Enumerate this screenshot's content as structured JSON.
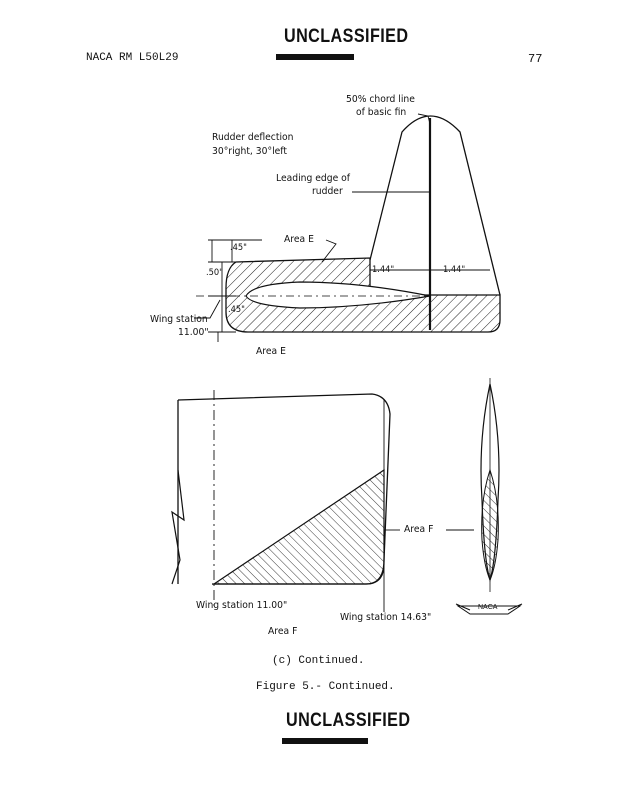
{
  "header": {
    "classification_top": "UNCLASSIFIED",
    "report_id": "NACA RM L50L29",
    "page_number": "77"
  },
  "figure_upper": {
    "chord_line_label_1": "50% chord line",
    "chord_line_label_2": "of basic fin",
    "rudder_deflection_1": "Rudder deflection",
    "rudder_deflection_2": "30°right, 30°left",
    "leading_edge_1": "Leading edge of",
    "leading_edge_2": "rudder",
    "area_e_label": "Area E",
    "dim_45_top": ".45\"",
    "dim_50": ".50\"",
    "dim_45_bottom": ".45\"",
    "dim_144_left": "1.44\"",
    "dim_144_right": "1.44\"",
    "wing_station_1": "Wing station",
    "wing_station_2": "11.00\"",
    "caption": "Area E"
  },
  "figure_lower": {
    "area_f_label": "Area F",
    "wing_station_left": "Wing station 11.00\"",
    "wing_station_right": "Wing station 14.63\"",
    "caption": "Area F",
    "logo_text": "NACA"
  },
  "captions": {
    "sub": "(c) Continued.",
    "figure": "Figure 5.- Continued."
  },
  "footer": {
    "classification_bottom": "UNCLASSIFIED"
  }
}
